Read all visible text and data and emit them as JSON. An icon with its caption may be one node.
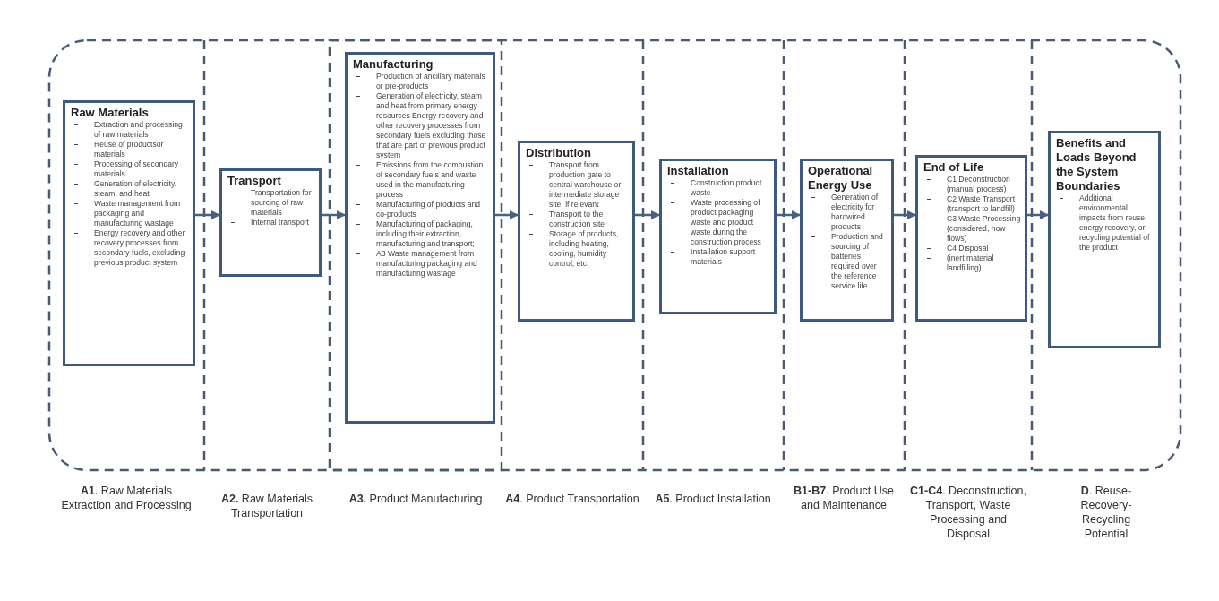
{
  "diagram": {
    "nodes": [
      {
        "text": [
          "Raw Materials",
          "Extraction and processing of raw materials",
          "Reuse of productsor materials",
          "Processing of secondary materials",
          "Generation of electricity, steam, and heat",
          "Waste management from packaging and manufacturing wastage",
          "Energy recovery and other recovery processes from secondary fuels, excluding previous product system"
        ]
      },
      {
        "text": [
          "Transport",
          "Transportation for sourcing of raw materials",
          "Internal transport"
        ]
      },
      {
        "text": [
          "Manufacturing",
          "Production of ancillary materials or pre-products",
          "Generation of electricity, steam and heat from primary energy resources Energy recovery and other recovery processes from secondary fuels excluding those that are part of previous product system",
          "Emissions from the combustion of secondary fuels and waste used in the manufacturing process",
          "Manufacturing of products and co-products",
          "Manufacturing of packaging, including their extraction, manufacturing and transport;",
          "A3 Waste management from manufacturing packaging and manufacturing wastage"
        ]
      },
      {
        "text": [
          "Distribution",
          "Transport from production gate to central warehouse or intermediate storage site, if relevant",
          "Transport to the construction site",
          "Storage of products, including heating, cooling, humidity control, etc."
        ]
      },
      {
        "text": [
          "Installation",
          "Construction product waste",
          "Waste processing of product packaging waste and product waste during the construction process",
          "Installation support materials"
        ]
      },
      {
        "text": [
          "Operational Energy Use",
          "Generation of electricity for hardwired products",
          "Production and sourcing of batteries required over the reference service life"
        ]
      },
      {
        "text": [
          "End of Life",
          "C1 Deconstruction (manual process)",
          "C2 Waste Transport (transport to landfill)",
          "C3 Waste Processing (considered, now flows)",
          "C4 Disposal",
          "(inert material landfilling)"
        ]
      },
      {
        "text": [
          "Benefits and Loads Beyond the System Boundaries",
          "Additional environmental impacts from reuse, energy recovery, or recycling potential of the product"
        ]
      }
    ],
    "edges": [
      {
        "from": 0,
        "to": 1,
        "arrow": "to"
      },
      {
        "from": 1,
        "to": 2,
        "arrow": "to"
      },
      {
        "from": 2,
        "to": 3,
        "arrow": "to"
      },
      {
        "from": 3,
        "to": 4,
        "arrow": "to"
      },
      {
        "from": 4,
        "to": 5,
        "arrow": "to"
      },
      {
        "from": 5,
        "to": 6,
        "arrow": "to"
      },
      {
        "from": 6,
        "to": 7,
        "arrow": "to"
      }
    ],
    "labels": [
      "**A1**. Raw Materials Extraction and Processing",
      "**A2.** Raw Materials Transportation",
      "**A3.** Product Manufacturing",
      "**A4**. Product Transportation",
      "**A5**. Product Installation",
      "**B1-B7**. Product Use and Maintenance",
      "**C1-C4**. Deconstruction, Transport, Waste Processing and Disposal",
      "**D**. Reuse-Recovery-Recycling Potential"
    ]
  }
}
